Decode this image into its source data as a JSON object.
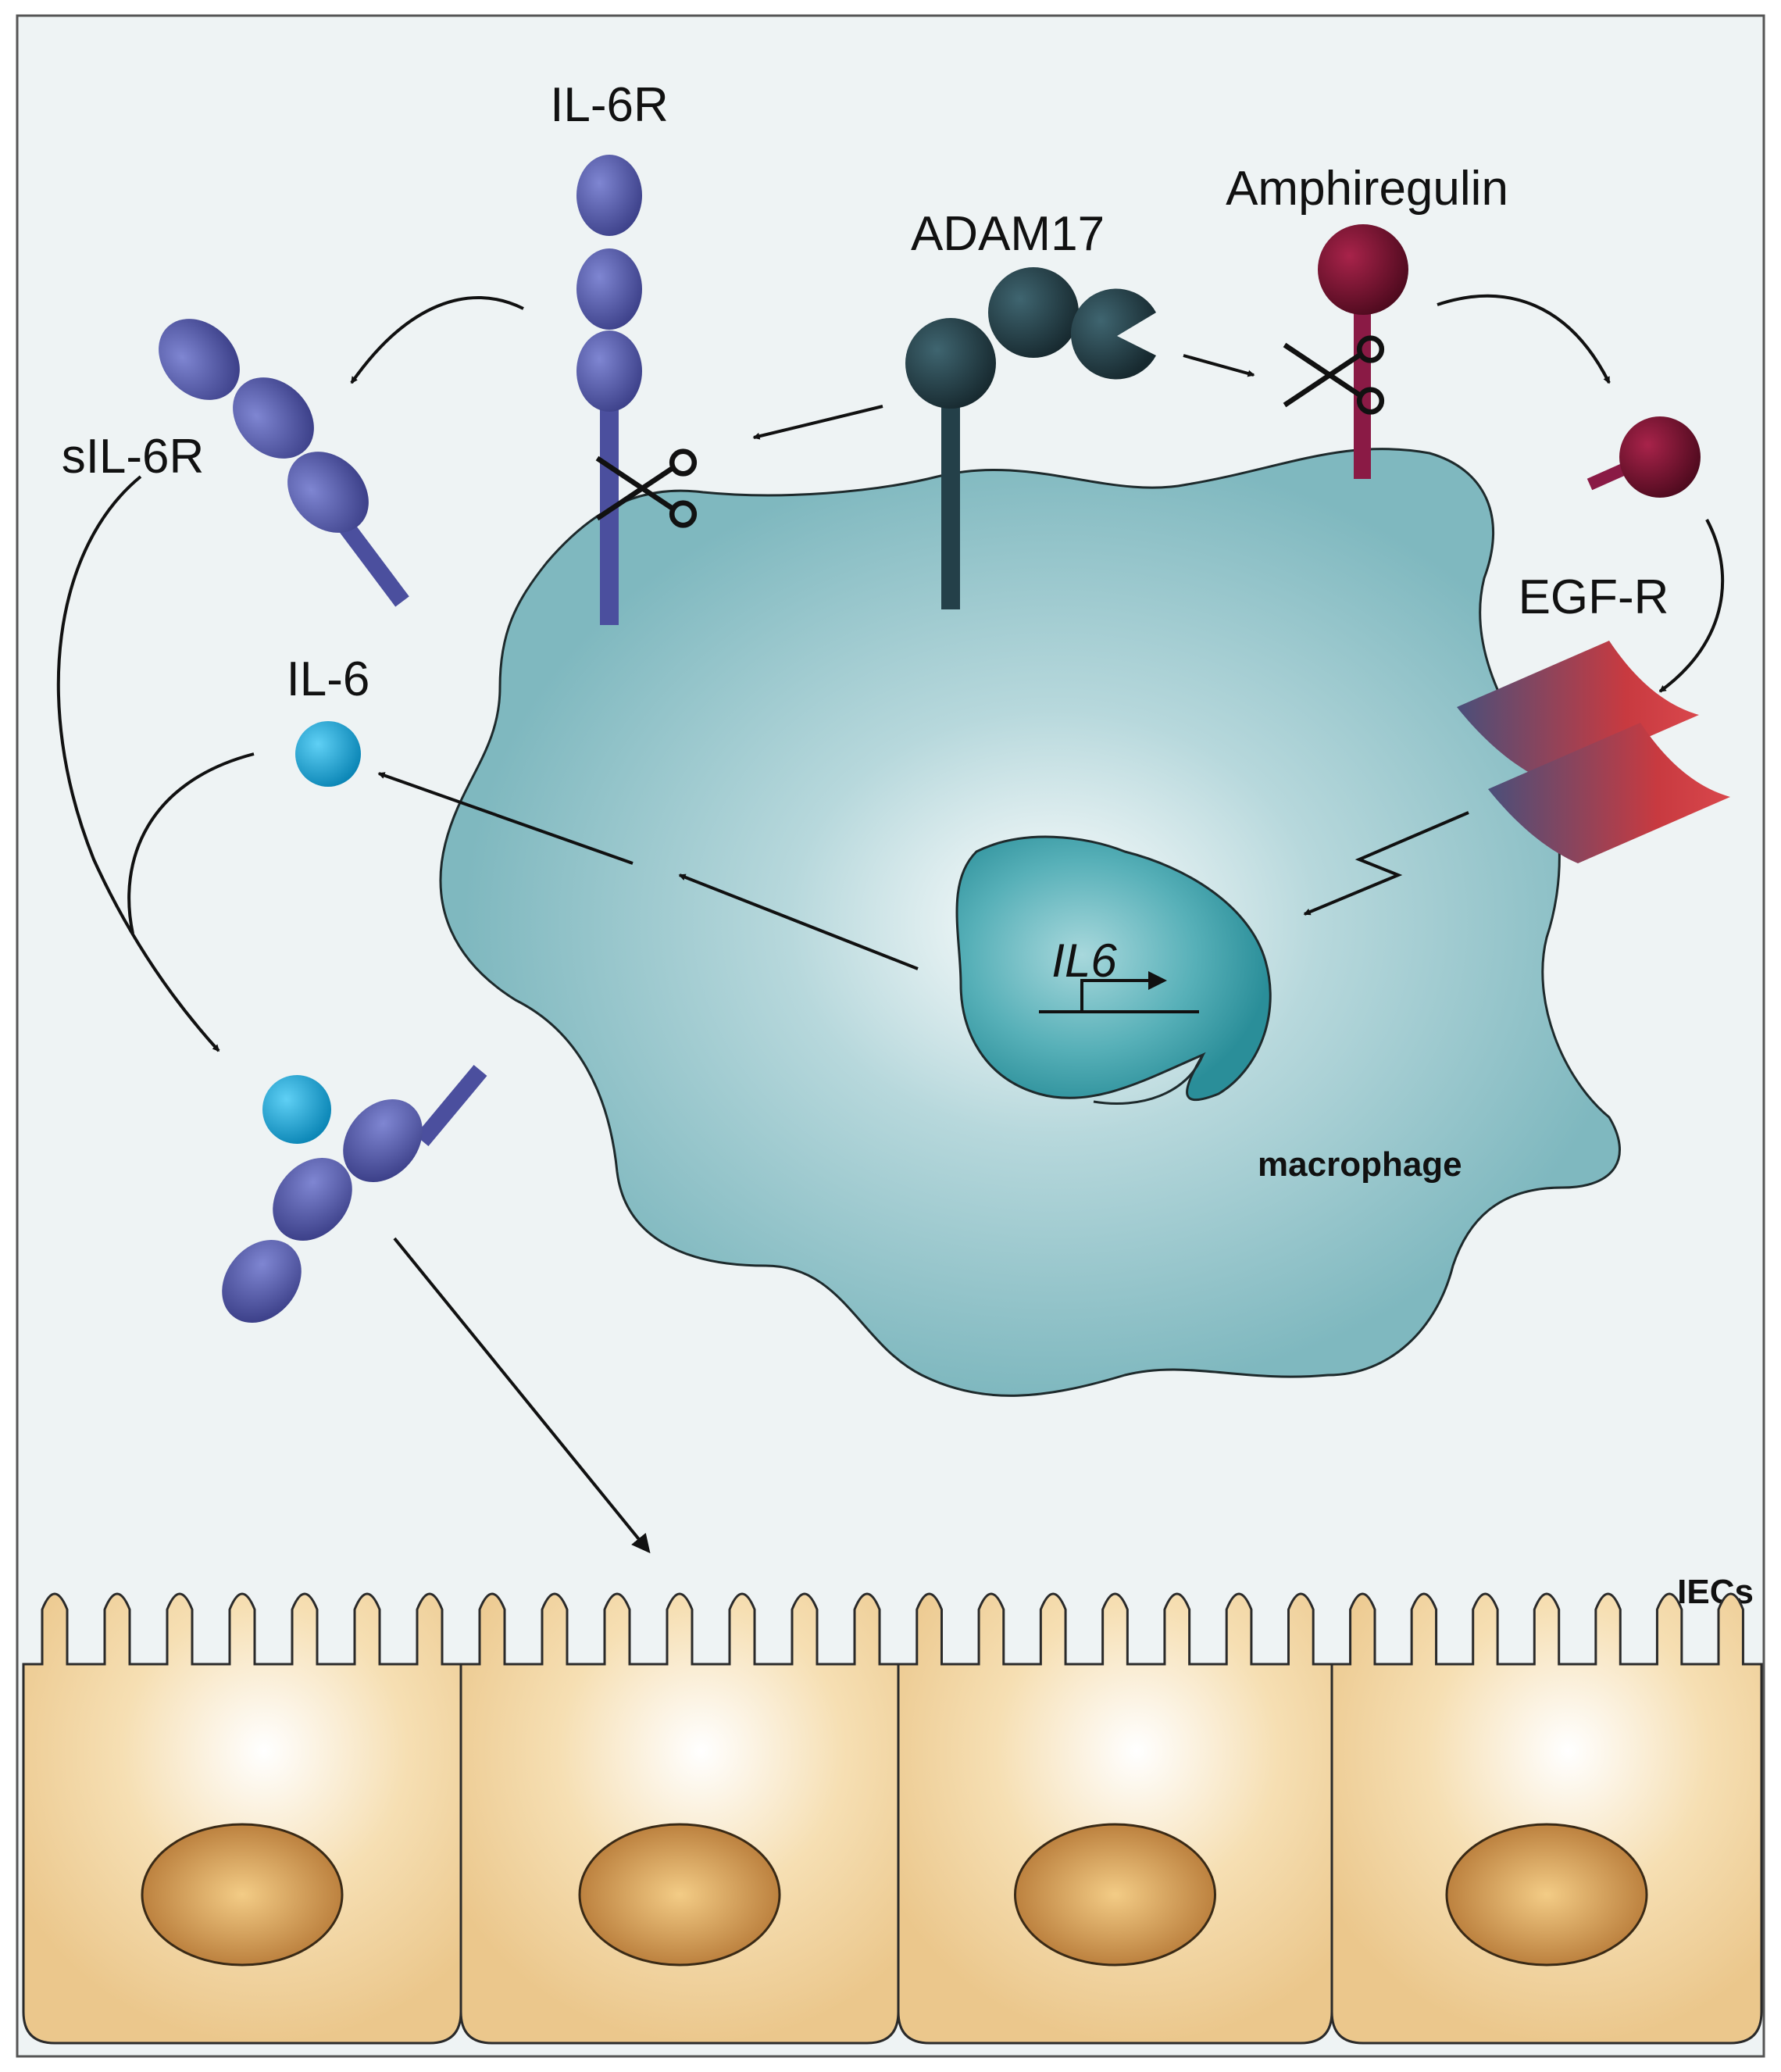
{
  "labels": {
    "il6r": "IL-6R",
    "adam17": "ADAM17",
    "amphiregulin": "Amphiregulin",
    "sil6r": "sIL-6R",
    "egfr": "EGF-R",
    "il6": "IL-6",
    "gene": "IL6",
    "macrophage": "macrophage",
    "iecs": "IECs"
  },
  "colors": {
    "background": "#eef3f4",
    "macrophage": "#7fb8bf",
    "nucleus": "#2e9aa6",
    "il6r": "#4b4f9e",
    "adam17": "#244049",
    "amphiregulin": "#7a1030",
    "il6": "#1aa6d8",
    "egfr": "#c83a40",
    "iec": "#f0cf98",
    "iec_nucleus": "#c48a44"
  },
  "icons": [
    "scissors-icon",
    "arrow-icon",
    "signal-zigzag-icon",
    "transcription-arrow-icon"
  ]
}
